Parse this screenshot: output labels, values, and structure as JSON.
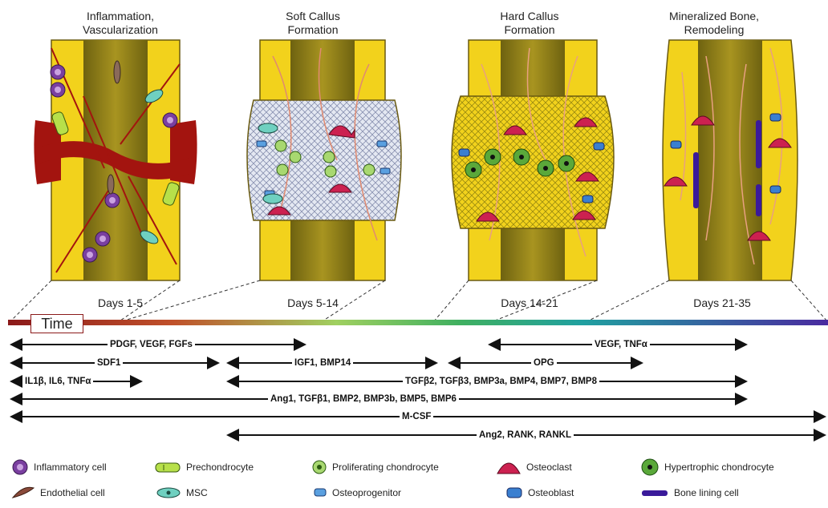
{
  "stages": [
    {
      "title": "Inflammation,\nVascularization",
      "days": "Days 1-5"
    },
    {
      "title": "Soft Callus\nFormation",
      "days": "Days 5-14"
    },
    {
      "title": "Hard Callus\nFormation",
      "days": "Days 14-21"
    },
    {
      "title": "Mineralized Bone,\nRemodeling",
      "days": "Days 21-35"
    }
  ],
  "timeline": {
    "label": "Time"
  },
  "factors": [
    {
      "label": "PDGF, VEGF, FGFs"
    },
    {
      "label": "SDF1"
    },
    {
      "label": "IL1β, IL6, TNFα"
    },
    {
      "label": "IGF1, BMP14"
    },
    {
      "label": "OPG"
    },
    {
      "label": "VEGF, TNFα"
    },
    {
      "label": "TGFβ2, TGFβ3, BMP3a, BMP4, BMP7, BMP8"
    },
    {
      "label": "Ang1, TGFβ1, BMP2, BMP3b, BMP5, BMP6"
    },
    {
      "label": "M-CSF"
    },
    {
      "label": "Ang2, RANK, RANKL"
    }
  ],
  "legend": [
    {
      "label": "Inflammatory cell",
      "icon": "inflammatory-cell-icon"
    },
    {
      "label": "Prechondrocyte",
      "icon": "prechondrocyte-icon"
    },
    {
      "label": "Proliferating chondrocyte",
      "icon": "proliferating-chondrocyte-icon"
    },
    {
      "label": "Osteoclast",
      "icon": "osteoclast-icon"
    },
    {
      "label": "Hypertrophic chondrocyte",
      "icon": "hypertrophic-chondrocyte-icon"
    },
    {
      "label": "Endothelial cell",
      "icon": "endothelial-cell-icon"
    },
    {
      "label": "MSC",
      "icon": "msc-icon"
    },
    {
      "label": "Osteoprogenitor",
      "icon": "osteoprogenitor-icon"
    },
    {
      "label": "Osteoblast",
      "icon": "osteoblast-icon"
    },
    {
      "label": "Bone lining cell",
      "icon": "bone-lining-cell-icon"
    }
  ],
  "colors": {
    "bone_yellow": "#f2d21c",
    "marrow": "#8a7a12",
    "hematoma": "#a3140f",
    "inflammatory": "#7a3fa0",
    "osteoclast": "#cc2150",
    "chondrocyte": "#5aa83a",
    "osteoprogenitor": "#3a7fd0",
    "lining_cell": "#3a1a9a",
    "timeline_start": "#8b1a1a",
    "timeline_end": "#4a2aa0"
  }
}
